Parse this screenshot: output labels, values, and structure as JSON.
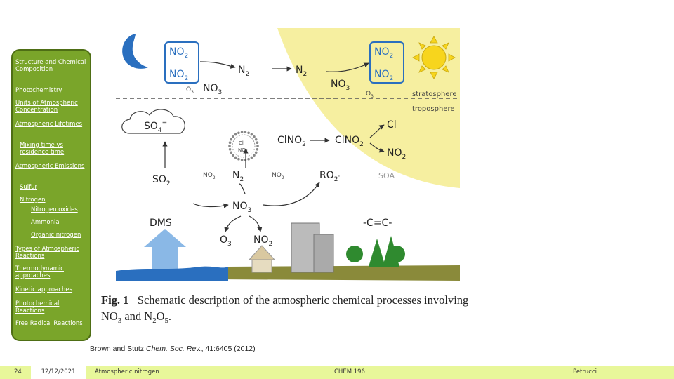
{
  "nav": {
    "items": [
      {
        "label": "Structure and Chemical Composition",
        "level": 0
      },
      {
        "label": "Photochemistry",
        "level": 0
      },
      {
        "label": "Units of Atmospheric Concentration",
        "level": 0
      },
      {
        "label": "Atmospheric Lifetimes",
        "level": 0
      },
      {
        "label": "Mixing time vs residence time",
        "level": 1
      },
      {
        "label": "Atmospheric Emissions",
        "level": 0
      },
      {
        "label": "Sulfur",
        "level": 1
      },
      {
        "label": "Nitrogen",
        "level": 1
      },
      {
        "label": "Nitrogen oxides",
        "level": 2
      },
      {
        "label": "Ammonia",
        "level": 2
      },
      {
        "label": "Organic nitrogen",
        "level": 2
      },
      {
        "label": "Types of Atmospheric Reactions",
        "level": 0
      },
      {
        "label": "Thermodynamic approaches",
        "level": 0
      },
      {
        "label": "Kinetic approaches",
        "level": 0
      },
      {
        "label": "Photochemical Reactions",
        "level": 0
      },
      {
        "label": "Free Radical Reactions",
        "level": 0
      }
    ]
  },
  "figure": {
    "layer_top": "stratosphere",
    "layer_bottom": "troposphere",
    "labels": {
      "no2": "NO",
      "n2o5": "N",
      "no3": "NO",
      "o3": "O",
      "so4": "SO",
      "clno2": "ClNO",
      "cl": "Cl",
      "so2": "SO",
      "ro2": "RO",
      "soa": "SOA",
      "dms": "DMS",
      "alkene": "-C=C-",
      "cl_minus": "Cl⁻",
      "no3_minus": "NO₃⁻"
    },
    "colors": {
      "sun": "#f7d51d",
      "sky": "#f6efa0",
      "moon": "#2a6fbf",
      "box": "#2a6fbf",
      "arrow": "#4a8fd8",
      "ground": "#8a8a3a",
      "water": "#2a6fbf"
    }
  },
  "caption": {
    "fig_label": "Fig. 1",
    "text": "Schematic description of the atmospheric chemical processes involving NO",
    "text2": " and N",
    "text3": "O",
    "end": "."
  },
  "citation": {
    "authors": "Brown and Stutz",
    "journal": "Chem. Soc. Rev.",
    "details": ", 41:6405 (2012)"
  },
  "footer": {
    "page": "24",
    "date": "12/12/2021",
    "title": "Atmospheric nitrogen",
    "course": "CHEM 196",
    "author": "Petrucci"
  }
}
